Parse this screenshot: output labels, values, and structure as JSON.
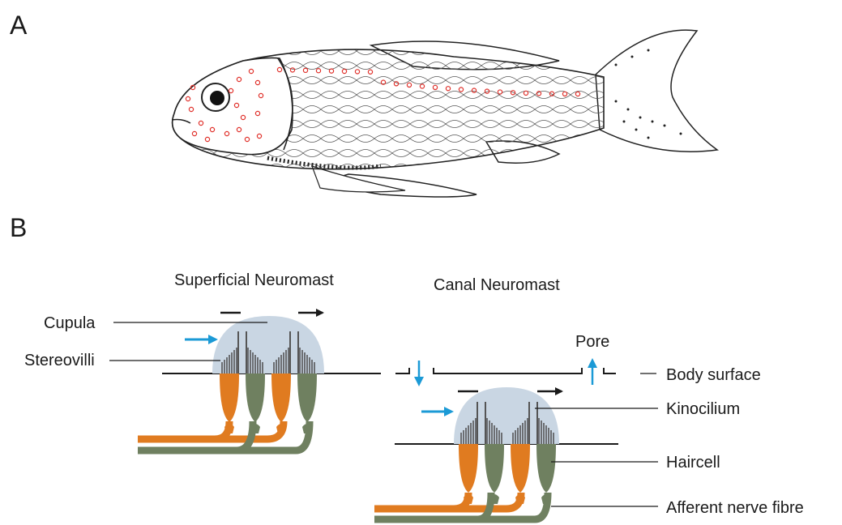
{
  "panel_a": {
    "letter": "A"
  },
  "panel_b": {
    "letter": "B",
    "superficial_title": "Superficial Neuromast",
    "canal_title": "Canal Neuromast"
  },
  "labels": {
    "cupula": "Cupula",
    "stereovilli": "Stereovilli",
    "pore": "Pore",
    "body_surface": "Body surface",
    "kinocilium": "Kinocilium",
    "haircell": "Haircell",
    "afferent": "Afferent nerve fibre"
  },
  "colors": {
    "cupula": "#c9d6e3",
    "haircell_orange": "#e07b20",
    "haircell_green": "#6f8060",
    "flow_arrow": "#1b9ad6",
    "neuromast_marker": "#e0302a",
    "line": "#1a1a1a"
  },
  "icons": {
    "flow": "arrow-right-icon",
    "pore_flow": "arrow-up-down-icon"
  }
}
